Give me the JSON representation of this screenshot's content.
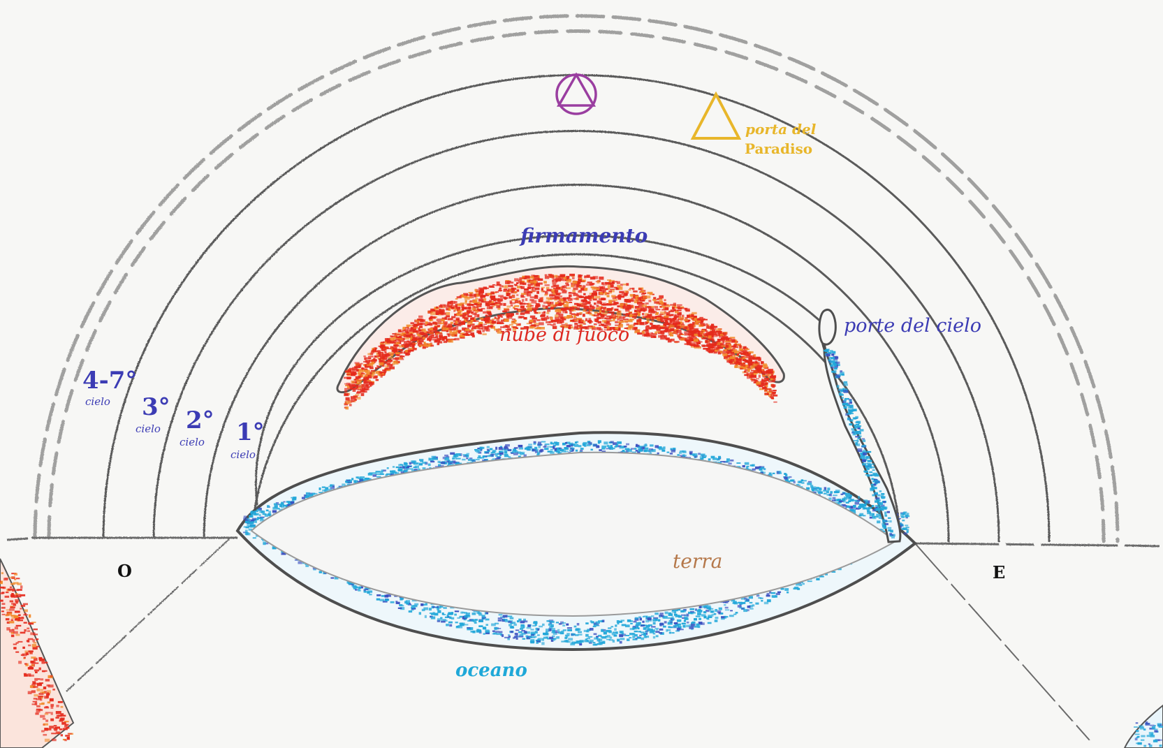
{
  "colors": {
    "pencil": "#5a5a5a",
    "heaven_label": "#3c3cb4",
    "fire_label": "#dd2a22",
    "ocean_label": "#1fa8d8",
    "earth_label": "#b5784a",
    "paradise": "#e8b62a",
    "trinity": "#9a3ea0",
    "fire_red": "#e52a1c",
    "fire_orange": "#f28a2a",
    "water_cyan": "#21a7d9",
    "water_blue": "#3a4fc0"
  },
  "labels": {
    "firmamento": "firmamento",
    "nube_di_fuoco": "nube di fuoco",
    "porte_del_cielo": "porte del cielo",
    "porta_del_paradiso_1": "porta del",
    "porta_del_paradiso_2": "Paradiso",
    "terra": "terra",
    "oceano": "oceano",
    "ovest": "O",
    "est": "E"
  },
  "heavens": [
    {
      "num": "4-7°",
      "word": "cielo"
    },
    {
      "num": "3°",
      "word": "cielo"
    },
    {
      "num": "2°",
      "word": "cielo"
    },
    {
      "num": "1°",
      "word": "cielo"
    }
  ],
  "icons": {
    "trinity": "triangle-in-circle-icon",
    "paradise_gate": "triangle-icon"
  }
}
